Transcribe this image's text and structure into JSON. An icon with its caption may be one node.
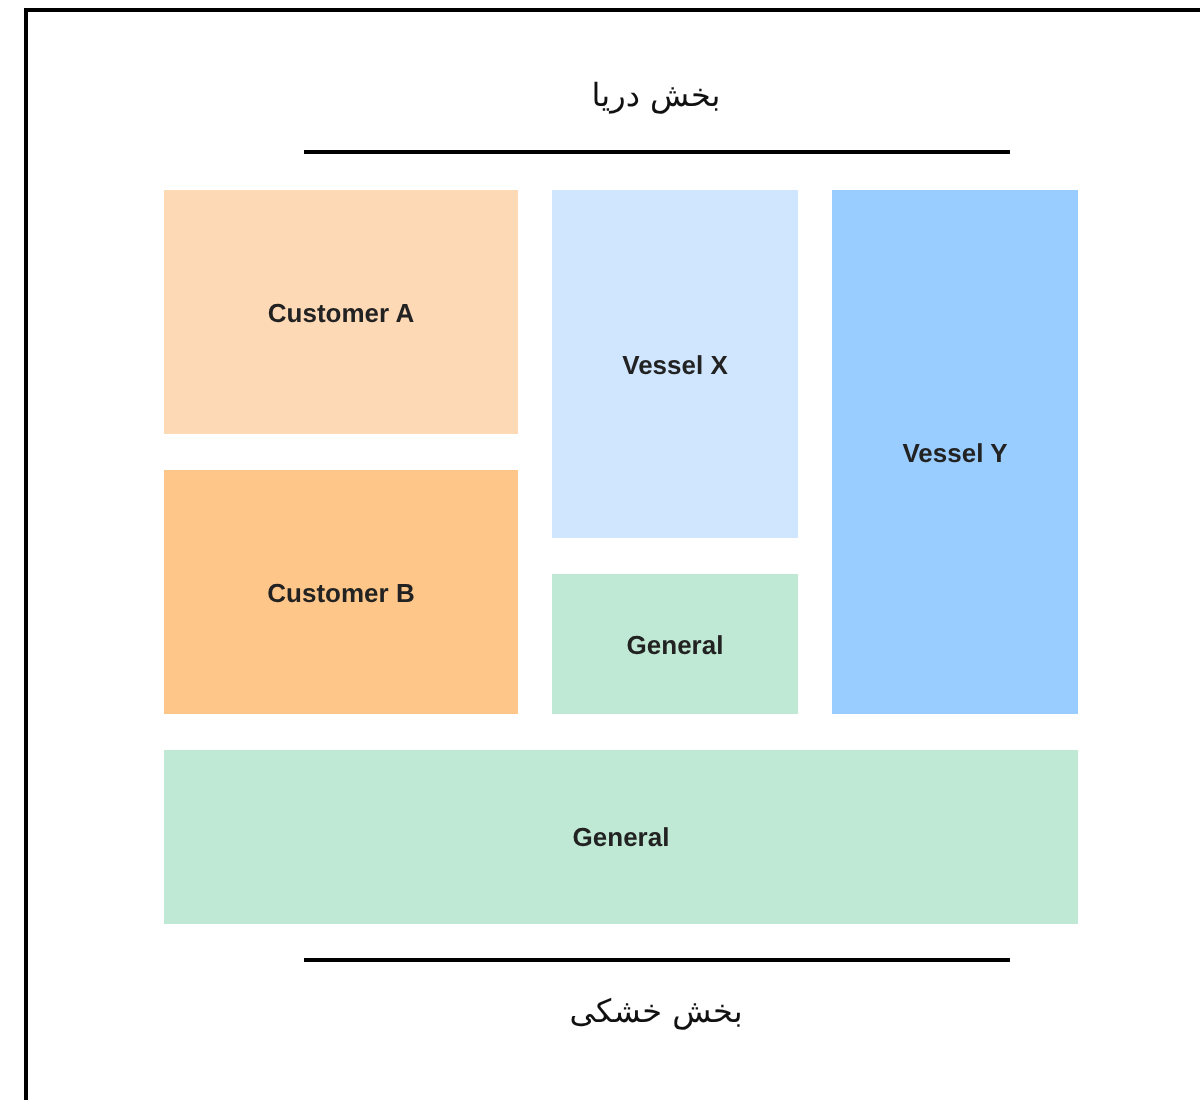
{
  "diagram": {
    "nodes": [
      {
        "text": [
          "Customer A"
        ]
      },
      {
        "text": [
          "Vessel X"
        ]
      },
      {
        "text": [
          "Vessel Y"
        ]
      },
      {
        "text": [
          "Customer B"
        ]
      },
      {
        "text": [
          "General"
        ]
      },
      {
        "text": [
          "General"
        ]
      }
    ],
    "edges": [],
    "labels": [
      "بخش دریا",
      "بخش خشکی"
    ]
  }
}
